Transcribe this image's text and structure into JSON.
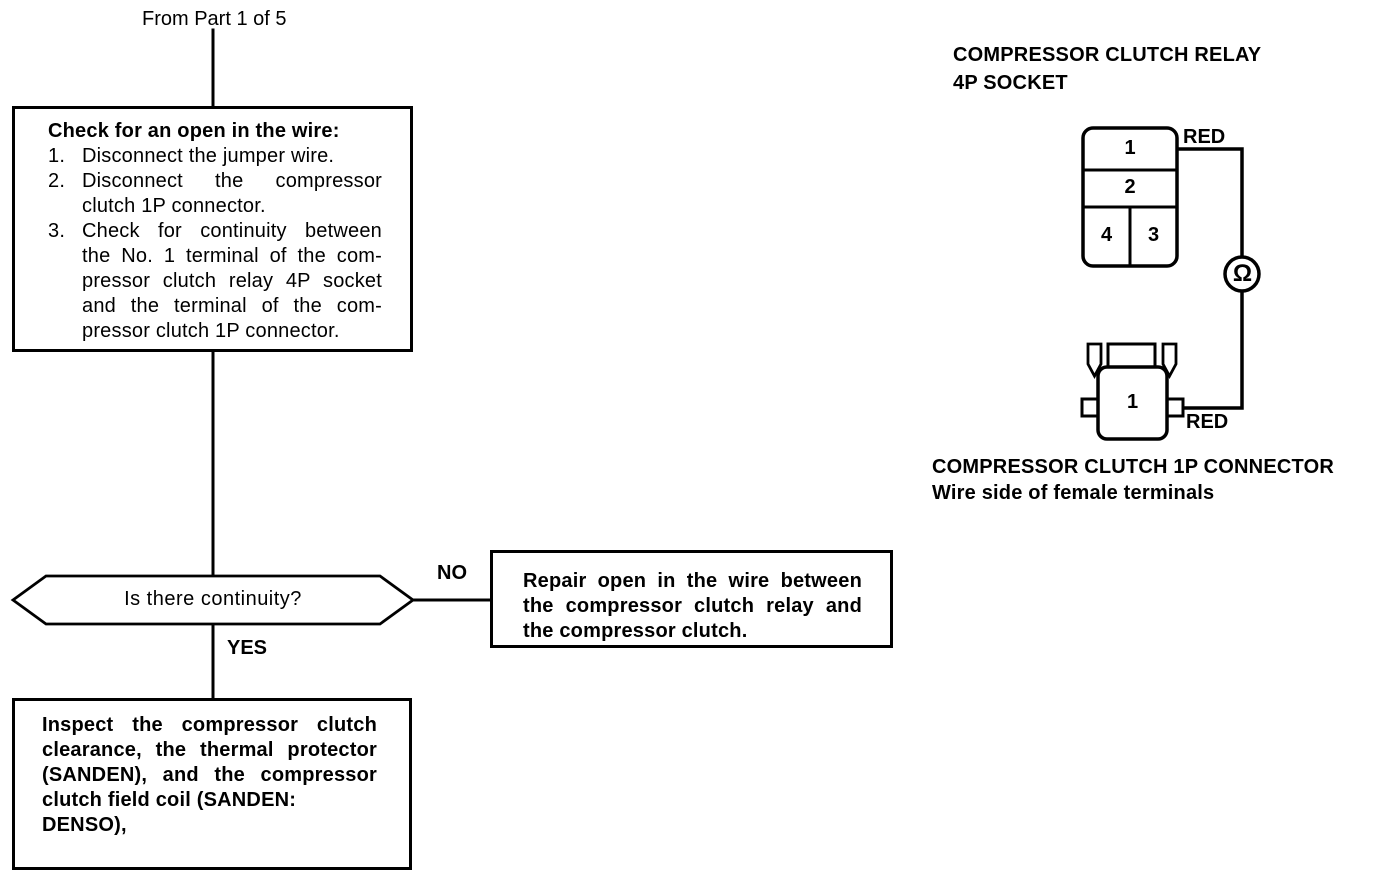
{
  "flowchart": {
    "from_label": "From Part 1 of 5",
    "check_box": {
      "title": "Check for an open in the wire:",
      "steps": [
        {
          "num": "1.",
          "lines": [
            "Disconnect the jumper wire."
          ]
        },
        {
          "num": "2.",
          "lines": [
            "Disconnect the compressor",
            "clutch 1P connector."
          ]
        },
        {
          "num": "3.",
          "lines": [
            "Check for continuity between",
            "the No. 1 terminal of the com-",
            "pressor clutch relay 4P socket",
            "and the terminal of the com-",
            "pressor clutch 1P connector."
          ]
        }
      ]
    },
    "decision": {
      "question": "Is there continuity?",
      "no_label": "NO",
      "yes_label": "YES"
    },
    "repair_box": {
      "lines": [
        "Repair open in the wire between",
        "the compressor clutch relay and",
        "the compressor clutch."
      ]
    },
    "inspect_box": {
      "lines": [
        "Inspect the compressor clutch",
        "clearance, the thermal protector",
        "(SANDEN), and the compressor",
        "clutch field coil (SANDEN:",
        "DENSO),"
      ]
    }
  },
  "diagram": {
    "relay": {
      "title_line1": "COMPRESSOR CLUTCH RELAY",
      "title_line2": "4P SOCKET",
      "pins": [
        "1",
        "2",
        "4",
        "3"
      ],
      "wire_label": "RED"
    },
    "meter": {
      "symbol": "Ω"
    },
    "connector": {
      "pin": "1",
      "wire_label": "RED",
      "title": "COMPRESSOR CLUTCH 1P CONNECTOR",
      "subtitle": "Wire side of female terminals"
    },
    "colors": {
      "line": "#000000",
      "background": "#ffffff"
    }
  }
}
